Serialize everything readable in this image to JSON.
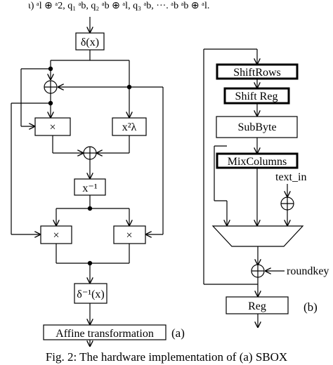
{
  "header_fragment": "ɩ) ᵃl ⊕ ᵃ2, q₁ ᵃb, q₂ ᵃb ⊕ ᵃl, q₃ ᵃb, ···. ᵃb ᵃb ⊕ ᵃl.",
  "sbox": {
    "delta": "δ(x)",
    "multiply_left": "×",
    "x2lambda": "x²λ",
    "inverse": "x⁻¹",
    "multiply_bottom_left": "×",
    "multiply_bottom_right": "×",
    "delta_inverse": "δ⁻¹(x)",
    "affine": "Affine transformation",
    "panel_label": "(a)"
  },
  "aes": {
    "shiftrows": "ShiftRows",
    "shiftreg": "Shift Reg",
    "subbyte": "SubByte",
    "mixcolumns": "MixColumns",
    "text_in": "text_in",
    "roundkey": "roundkey",
    "reg": "Reg",
    "panel_label": "(b)"
  },
  "caption": "Fig. 2: The hardware implementation of (a) SBOX",
  "colors": {
    "ink": "#000000",
    "paper": "#ffffff"
  }
}
